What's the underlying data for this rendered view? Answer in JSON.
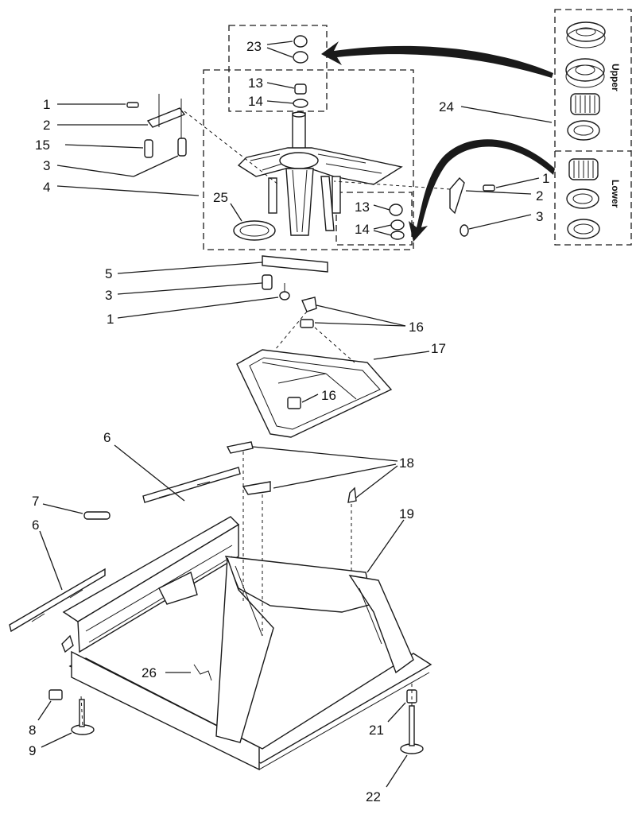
{
  "callouts": {
    "c1a": "1",
    "c2a": "2",
    "c15": "15",
    "c3a": "3",
    "c4": "4",
    "c23": "23",
    "c13a": "13",
    "c14a": "14",
    "c24": "24",
    "c25": "25",
    "c13b": "13",
    "c14b": "14",
    "c1b": "1",
    "c2b": "2",
    "c3b": "3",
    "c5": "5",
    "c3c": "3",
    "c1c": "1",
    "c16a": "16",
    "c17": "17",
    "c16b": "16",
    "c6a": "6",
    "c18": "18",
    "c19": "19",
    "c7": "7",
    "c6b": "6",
    "c26": "26",
    "c8": "8",
    "c9": "9",
    "c21": "21",
    "c22": "22"
  },
  "bearing_kit": {
    "upper_label": "Upper",
    "lower_label": "Lower"
  },
  "colors": {
    "ink": "#1a1a1a",
    "paper": "#ffffff"
  }
}
